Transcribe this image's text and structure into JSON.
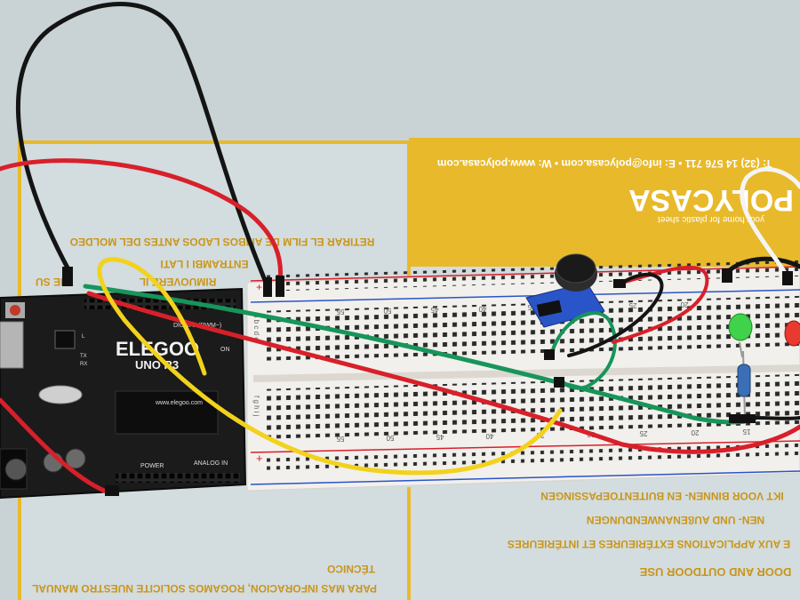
{
  "colors": {
    "table": "#c9d3d6",
    "sheet_yellow": "#e8b92a",
    "breadboard": "#f2f0ec",
    "board": "#1b1b1b",
    "wire_red": "#d8202a",
    "wire_black": "#141414",
    "wire_green": "#17955a",
    "wire_yellow": "#f2d21c",
    "wire_white": "#f4f4f4",
    "module_blue": "#2a55c8",
    "led_green": "#3fd24a",
    "led_red": "#e83a2e"
  },
  "sheet": {
    "contact_line": "T: (32) 14 576 711 • E: info@polycasa.com • W: www.polycasa.com",
    "brand": "POLYCASA",
    "tagline": "your home for plastic sheet",
    "lines": [
      "RETIRAR EL FILM DE AMBOS LADOS ANTES DEL MOLDEO",
      "ENTRAMBI I LATI",
      "RIMUOVERE IL",
      "INE SU"
    ],
    "bottom_lines": [
      "IKT VOOR BINNEN- EN BUITENTOEPASSINGEN",
      "NEN- UND AUßENANWENDUNGEN",
      "E AUX APPLICATIONS EXTÉRIEURES ET INTÉRIEURES",
      "DOOR AND OUTDOOR USE",
      "TÉCNICO",
      "PARA MAS INFORACION, ROGAMOS SOLICITE NUESTRO MANUAL"
    ]
  },
  "breadboard": {
    "top_numbers": [
      "55",
      "50",
      "45",
      "40",
      "35",
      "30",
      "25",
      "20"
    ],
    "bottom_numbers": [
      "55",
      "50",
      "45",
      "40",
      "35",
      "30",
      "25",
      "20",
      "15"
    ],
    "row_letters_top": "a b c d e",
    "row_letters_bottom": "f g h i j",
    "plus": "+",
    "minus": "-"
  },
  "arduino": {
    "brand": "ELEGOO",
    "model": "UNO R3",
    "url": "www.elegoo.com",
    "digital_label": "DIGITAL (PWM~)",
    "power_label": "POWER",
    "analog_label": "ANALOG IN",
    "on_label": "ON",
    "tx": "TX",
    "rx": "RX",
    "l": "L"
  }
}
